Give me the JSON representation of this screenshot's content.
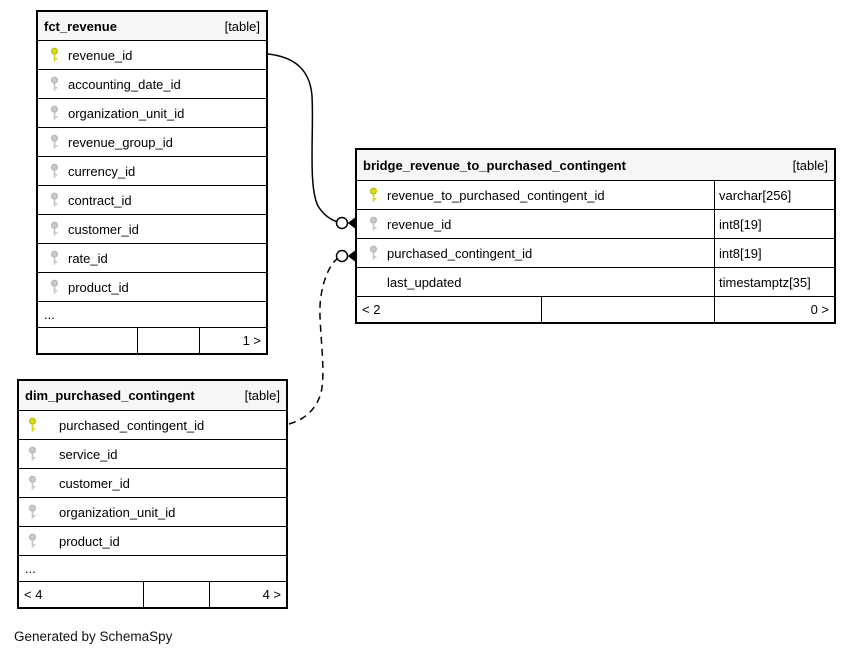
{
  "credit": "Generated by SchemaSpy",
  "colors": {
    "primary_key_icon": "#d8de1e",
    "foreign_key_icon": "#cbcbcb",
    "table_header_bg": "#f6f6f6",
    "border": "#000000",
    "background": "#ffffff"
  },
  "tables": [
    {
      "name": "fct_revenue",
      "badge": "[table]",
      "columns": [
        {
          "name": "revenue_id",
          "key": "primary"
        },
        {
          "name": "accounting_date_id",
          "key": "foreign"
        },
        {
          "name": "organization_unit_id",
          "key": "foreign"
        },
        {
          "name": "revenue_group_id",
          "key": "foreign"
        },
        {
          "name": "currency_id",
          "key": "foreign"
        },
        {
          "name": "contract_id",
          "key": "foreign"
        },
        {
          "name": "customer_id",
          "key": "foreign"
        },
        {
          "name": "rate_id",
          "key": "foreign"
        },
        {
          "name": "product_id",
          "key": "foreign"
        },
        {
          "name": "...",
          "key": "none"
        }
      ],
      "footer": {
        "left": "",
        "mid": "",
        "right": "1 >"
      }
    },
    {
      "name": "bridge_revenue_to_purchased_contingent",
      "badge": "[table]",
      "columns": [
        {
          "name": "revenue_to_purchased_contingent_id",
          "key": "primary",
          "type": "varchar[256]"
        },
        {
          "name": "revenue_id",
          "key": "foreign",
          "type": "int8[19]"
        },
        {
          "name": "purchased_contingent_id",
          "key": "foreign",
          "type": "int8[19]"
        },
        {
          "name": "last_updated",
          "key": "none",
          "type": "timestamptz[35]"
        }
      ],
      "footer": {
        "left": "< 2",
        "mid": "",
        "right": "0 >"
      }
    },
    {
      "name": "dim_purchased_contingent",
      "badge": "[table]",
      "columns": [
        {
          "name": "purchased_contingent_id",
          "key": "primary"
        },
        {
          "name": "service_id",
          "key": "foreign"
        },
        {
          "name": "customer_id",
          "key": "foreign"
        },
        {
          "name": "organization_unit_id",
          "key": "foreign"
        },
        {
          "name": "product_id",
          "key": "foreign"
        },
        {
          "name": "...",
          "key": "none"
        }
      ],
      "footer": {
        "left": "< 4",
        "mid": "",
        "right": "4 >"
      }
    }
  ],
  "relationships": [
    {
      "from": "fct_revenue.revenue_id",
      "to": "bridge_revenue_to_purchased_contingent.revenue_id",
      "style": "solid"
    },
    {
      "from": "dim_purchased_contingent.purchased_contingent_id",
      "to": "bridge_revenue_to_purchased_contingent.purchased_contingent_id",
      "style": "dashed"
    }
  ]
}
